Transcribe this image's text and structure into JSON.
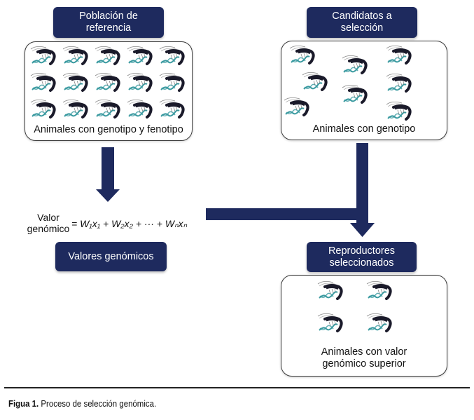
{
  "diagram": {
    "title": "Proceso de selección genómica",
    "nodes": {
      "reference_population": {
        "header_line1": "Población de",
        "header_line2": "referencia",
        "caption": "Animales con genotipo y fenotipo",
        "animal_count": 15
      },
      "selection_candidates": {
        "header_line1": "Candidatos a",
        "header_line2": "selección",
        "caption": "Animales con genotipo",
        "animal_count": 8
      },
      "genomic_values": {
        "label": "Valores genómicos"
      },
      "selected_breeders": {
        "header_line1": "Reproductores",
        "header_line2": "seleccionados",
        "caption_line1": "Animales con valor",
        "caption_line2": "genómico superior",
        "animal_count": 4
      }
    },
    "formula": {
      "lhs_line1": "Valor",
      "lhs_line2": "genómico",
      "rhs": "= W₁x₁ + W₂x₂ + ··· + Wₙxₙ"
    },
    "icons": {
      "animal": "shrimp-with-dna-icon"
    },
    "colors": {
      "header_fill": "#1e2a5e",
      "arrow_fill": "#1e2a5e",
      "dna": "#3a9aa0"
    }
  },
  "figure_caption": {
    "label": "Figua 1.",
    "text": "Proceso de selección genómica."
  }
}
